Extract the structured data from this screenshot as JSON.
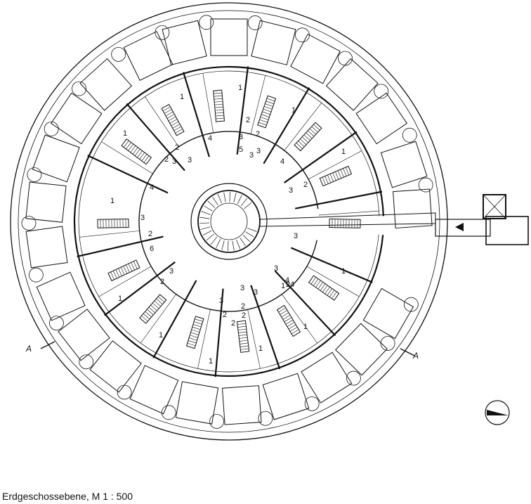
{
  "caption": "Erdgeschossebene, M 1 : 500",
  "section_marker": {
    "left": "A",
    "right": "A"
  },
  "room_numbers": [
    "1",
    "1",
    "1",
    "1",
    "1",
    "1",
    "1",
    "1",
    "1",
    "1",
    "1",
    "1",
    "1",
    "2",
    "2",
    "2",
    "2",
    "2",
    "2",
    "2",
    "2",
    "2",
    "2",
    "2",
    "2",
    "3",
    "3",
    "3",
    "3",
    "3",
    "3",
    "3",
    "3",
    "3",
    "3",
    "3",
    "3",
    "3",
    "4",
    "4",
    "4",
    "4",
    "4",
    "5",
    "6"
  ]
}
